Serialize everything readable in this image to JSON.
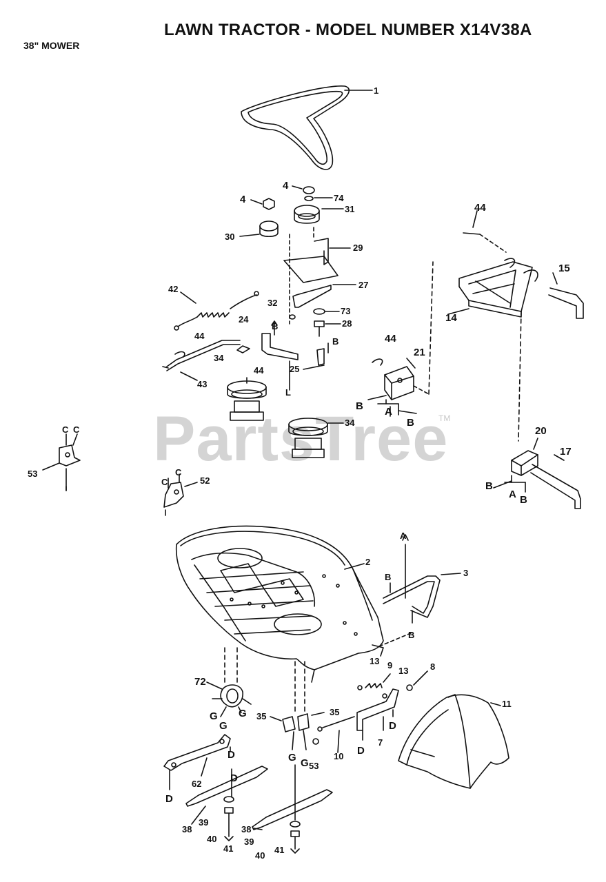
{
  "header": {
    "title": "LAWN TRACTOR - MODEL NUMBER X14V38A",
    "subtitle": "38\" MOWER"
  },
  "watermark": {
    "text": "PartsTree",
    "mark": "TM"
  },
  "callouts": {
    "c1": "1",
    "c4a": "4",
    "c4b": "4",
    "c74": "74",
    "c31": "31",
    "c30": "30",
    "c29": "29",
    "c27": "27",
    "c42": "42",
    "c32": "32",
    "c73": "73",
    "c28": "28",
    "c24": "24",
    "c25": "25",
    "c44a": "44",
    "c44b": "44",
    "c44c": "44",
    "c44d": "44",
    "c43": "43",
    "c34a": "34",
    "c34b": "34",
    "c21": "21",
    "c15": "15",
    "c14": "14",
    "c20": "20",
    "c17": "17",
    "c53a": "53",
    "c52": "52",
    "c2": "2",
    "c3": "3",
    "c13a": "13",
    "c13b": "13",
    "c9": "9",
    "c8": "8",
    "c11": "11",
    "c72": "72",
    "c35a": "35",
    "c35b": "35",
    "c10": "10",
    "c7": "7",
    "c53b": "53",
    "c62": "62",
    "c38a": "38",
    "c38b": "38",
    "c39a": "39",
    "c39b": "39",
    "c40a": "40",
    "c40b": "40",
    "c41a": "41",
    "c41b": "41"
  },
  "letters": {
    "B1": "B",
    "B2": "B",
    "L": "L",
    "B3": "B",
    "A1": "A",
    "B4": "B",
    "B5": "B",
    "A2": "A",
    "B6": "B",
    "C1": "C",
    "C2": "C",
    "C3": "C",
    "C4": "C",
    "A3": "A",
    "B7": "B",
    "B8": "B",
    "G1": "G",
    "G2": "G",
    "G3": "G",
    "G4": "G",
    "G5": "G",
    "D1": "D",
    "D2": "D",
    "D3": "D",
    "D4": "D",
    "D5": "D"
  }
}
